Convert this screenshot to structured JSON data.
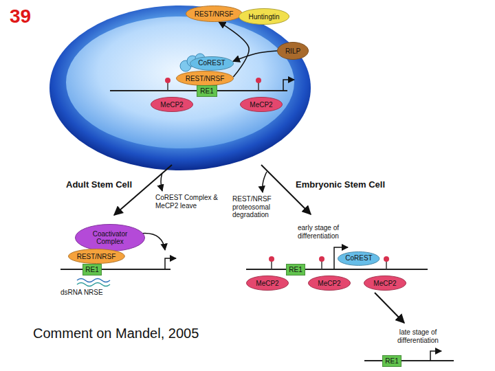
{
  "diagram": {
    "caption": "Comment on Mandel, 2005",
    "nodes": [
      {
        "text": [
          "REST/NRSF"
        ]
      },
      {
        "text": [
          "Huntingtin"
        ]
      },
      {
        "text": [
          "RILP"
        ]
      },
      {
        "text": [
          "CoREST"
        ]
      },
      {
        "text": [
          "REST/NRSF"
        ]
      },
      {
        "text": [
          "RE1"
        ]
      },
      {
        "text": [
          "MeCP2"
        ]
      },
      {
        "text": [
          "MeCP2"
        ]
      },
      {
        "text": [
          "Coactivator Complex"
        ]
      },
      {
        "text": [
          "REST/NRSF"
        ]
      },
      {
        "text": [
          "RE1"
        ]
      },
      {
        "text": [
          "RE1"
        ]
      },
      {
        "text": [
          "CoREST"
        ]
      },
      {
        "text": [
          "MeCP2"
        ]
      },
      {
        "text": [
          "MeCP2"
        ]
      },
      {
        "text": [
          "MeCP2"
        ]
      },
      {
        "text": [
          "RE1"
        ]
      }
    ],
    "edges": [
      {
        "from": 4,
        "to": 0,
        "arrow": "to"
      },
      {
        "from": 2,
        "to": 3,
        "arrow": "to"
      }
    ],
    "labels": [
      "39",
      "Adult Stem Cell",
      "CoREST Complex & MeCP2 leave",
      "Embryonic Stem Cell",
      "REST/NRSF proteosomal degradation",
      "early stage of differentiation",
      "late stage of differentiation",
      "dsRNA NRSE"
    ]
  }
}
